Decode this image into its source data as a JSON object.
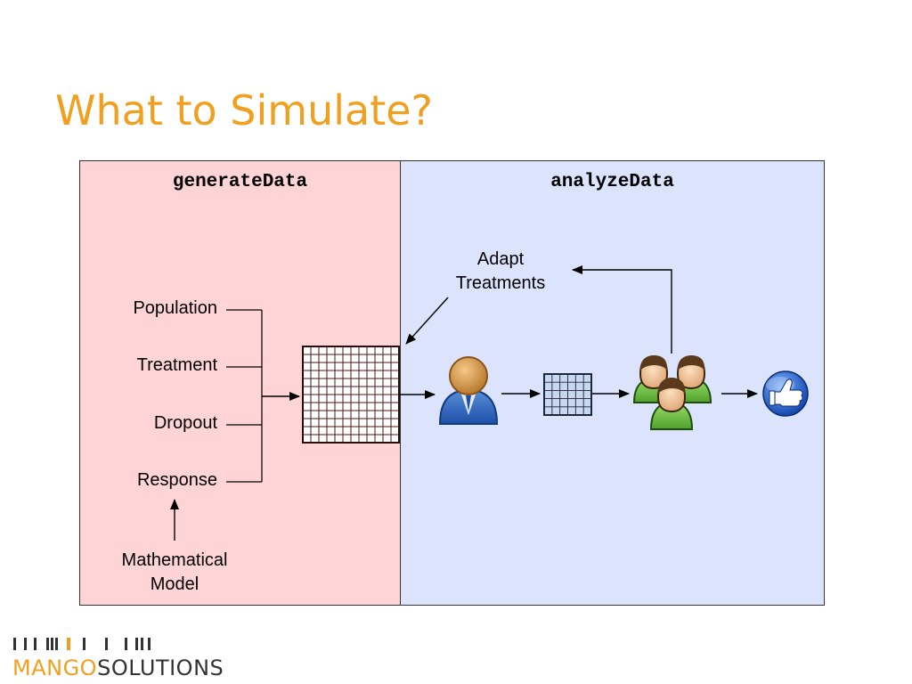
{
  "slide": {
    "title": "What to Simulate?",
    "colors": {
      "title": "#f0a020",
      "left_panel": "#ffd4d6",
      "right_panel": "#dbe4fc",
      "logo_accent": "#f0a020",
      "logo_text": "#333333"
    }
  },
  "left_panel": {
    "title": "generateData",
    "inputs": [
      "Population",
      "Treatment",
      "Dropout",
      "Response"
    ],
    "source": "Mathematical\nModel"
  },
  "right_panel": {
    "title": "analyzeData",
    "feedback": "Adapt\nTreatments"
  },
  "icons": [
    "data-grid-icon",
    "person-icon",
    "small-data-grid-icon",
    "group-icon",
    "thumbs-up-icon"
  ],
  "logo": {
    "part1": "MANGO",
    "part2": "SOLUTIONS"
  }
}
